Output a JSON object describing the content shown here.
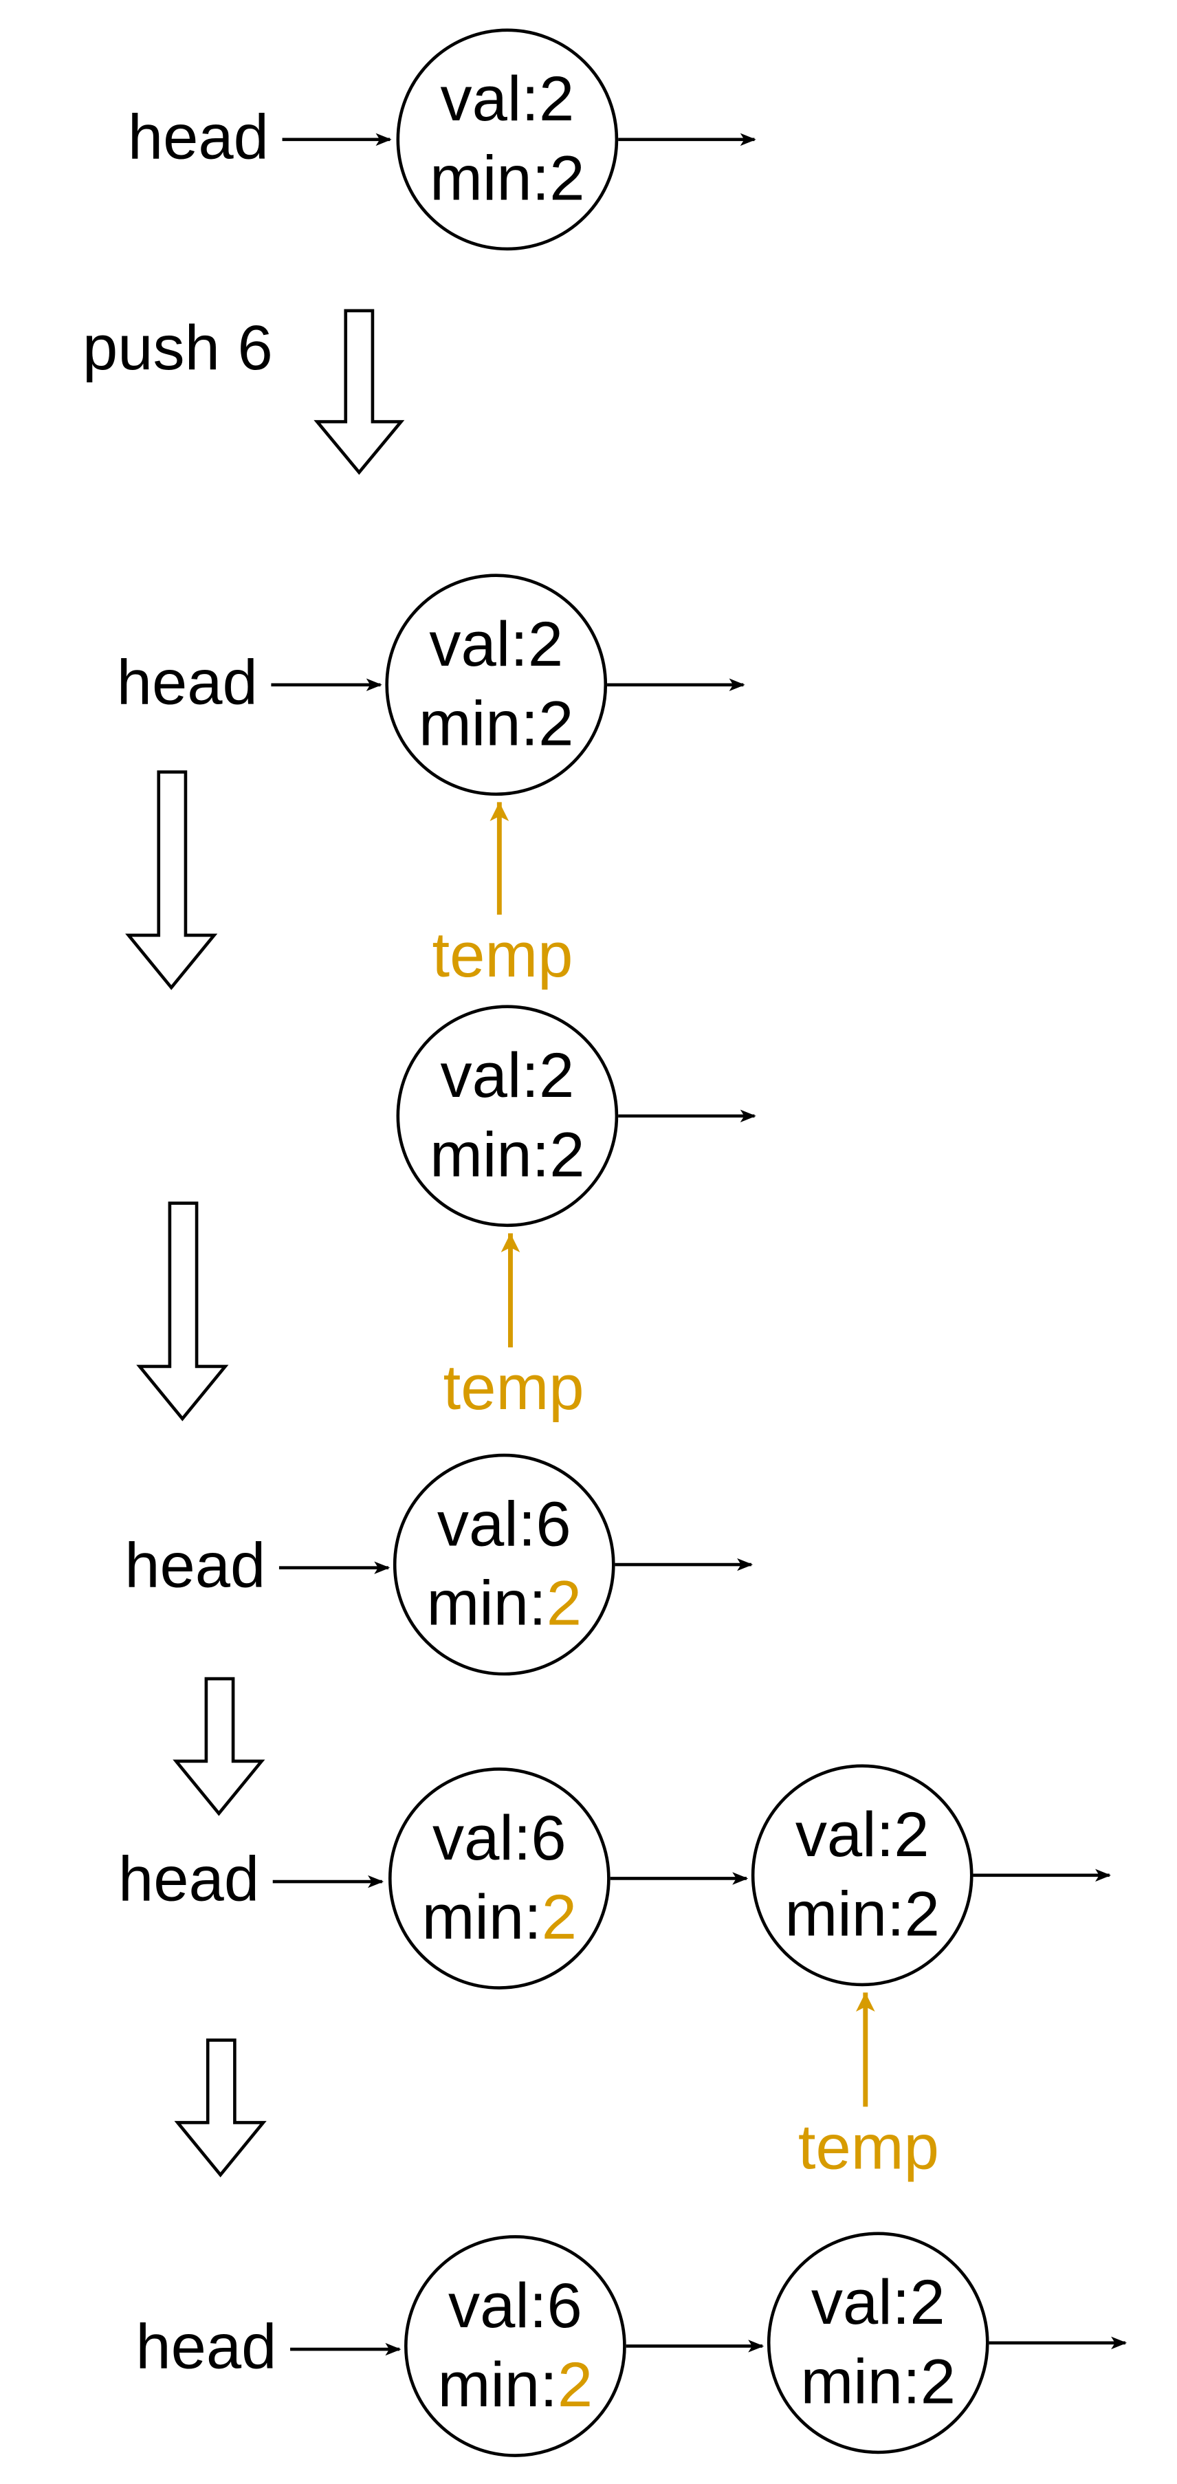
{
  "colors": {
    "ink": "#000000",
    "accent": "#d79b00",
    "background": "#ffffff"
  },
  "labels": {
    "head": "head",
    "temp": "temp",
    "push": "push 6"
  },
  "nodes": {
    "n1": {
      "val": "val:2",
      "min_prefix": "min:",
      "min": "2"
    },
    "n2": {
      "val": "val:2",
      "min_prefix": "min:",
      "min": "2"
    },
    "n3": {
      "val": "val:2",
      "min_prefix": "min:",
      "min": "2"
    },
    "n4": {
      "val": "val:6",
      "min_prefix": "min:",
      "min": "2"
    },
    "n5a": {
      "val": "val:6",
      "min_prefix": "min:",
      "min": "2"
    },
    "n5b": {
      "val": "val:2",
      "min_prefix": "min:",
      "min": "2"
    },
    "n6a": {
      "val": "val:6",
      "min_prefix": "min:",
      "min": "2"
    },
    "n6b": {
      "val": "val:2",
      "min_prefix": "min:",
      "min": "2"
    }
  }
}
